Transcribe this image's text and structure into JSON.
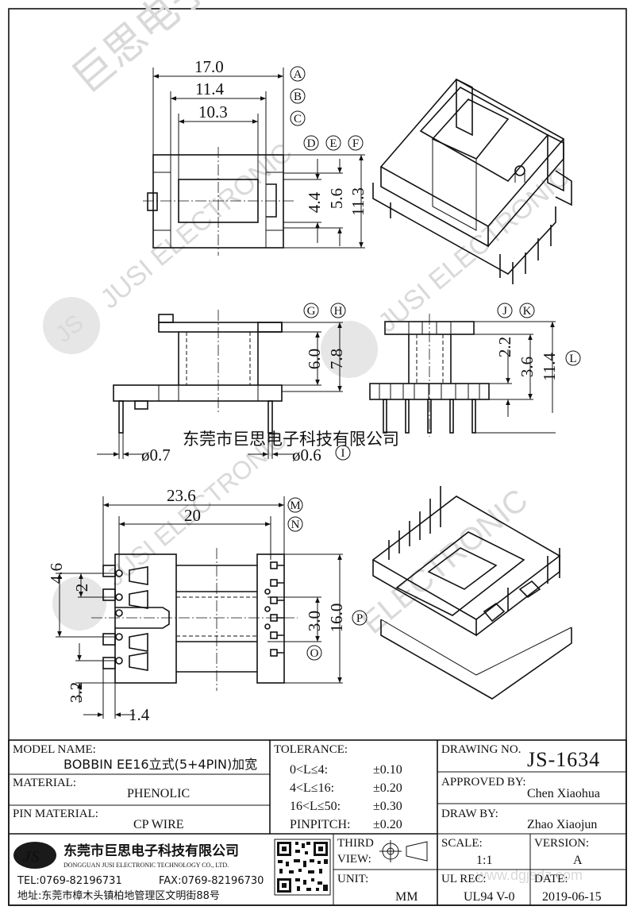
{
  "dimensions": {
    "a": "17.0",
    "b": "11.4",
    "c": "10.3",
    "d": "4.4",
    "e": "5.6",
    "f": "11.3",
    "g": "6.0",
    "h": "7.8",
    "j": "2.2",
    "k": "3.6",
    "l": "11.4",
    "pin_left": "ø0.7",
    "pin_right": "ø0.6",
    "m": "23.6",
    "n": "20",
    "p46": "4.6",
    "p2": "2",
    "p32": "3.2",
    "p14": "1.4",
    "o": "3.0",
    "p": "16.0"
  },
  "callouts": [
    "A",
    "B",
    "C",
    "D",
    "E",
    "F",
    "G",
    "H",
    "I",
    "J",
    "K",
    "L",
    "M",
    "N",
    "O",
    "P"
  ],
  "watermark": {
    "company_cn": "东莞市巨思电子科技有限公司",
    "en": "JUSI ELECTRONIC",
    "en2": "ELECTRONIC",
    "logo": "JS",
    "cn_short": "巨思电子",
    "site": "www.dgjsdz.com"
  },
  "title_block": {
    "model_label": "MODEL NAME:",
    "model_value": "BOBBIN EE16立式(5+4PIN)加宽",
    "material_label": "MATERIAL:",
    "material_value": "PHENOLIC",
    "pin_material_label": "PIN MATERIAL:",
    "pin_material_value": "CP WIRE",
    "tolerance_label": "TOLERANCE:",
    "tolerances": [
      {
        "range": "0<L≤4:",
        "value": "±0.10"
      },
      {
        "range": "4<L≤16:",
        "value": "±0.20"
      },
      {
        "range": "16<L≤50:",
        "value": "±0.30"
      },
      {
        "range": "PINPITCH:",
        "value": "±0.20"
      }
    ],
    "third_view_label": "THIRD",
    "view_label": "VIEW:",
    "unit_label": "UNIT:",
    "unit_value": "MM",
    "drawing_no_label": "DRAWING NO.",
    "drawing_no_value": "JS-1634",
    "approved_label": "APPROVED BY:",
    "approved_value": "Chen Xiaohua",
    "draw_label": "DRAW BY:",
    "draw_value": "Zhao Xiaojun",
    "scale_label": "SCALE:",
    "scale_value": "1:1",
    "version_label": "VERSION:",
    "version_value": "A",
    "ul_label": "UL REC:",
    "ul_value": "UL94 V-0",
    "date_label": "DATE:",
    "date_value": "2019-06-15"
  },
  "company": {
    "logo": "JS",
    "name_cn": "东莞市巨思电子科技有限公司",
    "name_en": "DONGGUAN JUSI ELECTRONIC TECHNOLOGY CO., LTD.",
    "tel": "TEL:0769-82196731",
    "fax": "FAX:0769-82196730",
    "address": "地址:东莞市樟木头镇柏地管理区文明街88号"
  }
}
